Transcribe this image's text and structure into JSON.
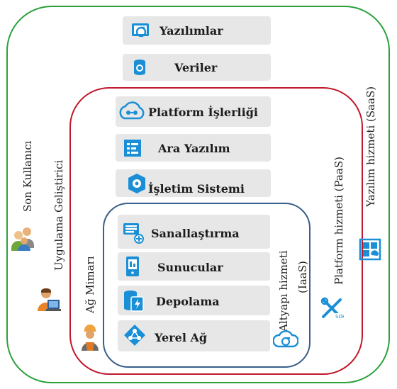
{
  "layers": {
    "saas_label": "Yazılım hizmeti (SaaS)",
    "paas_label": "Platform hizmeti (PaaS)",
    "iaas_label_line1": "Altyapı hizmeti",
    "iaas_label_line2": "(IaaS)"
  },
  "roles": {
    "end_user": "Son Kullanıcı",
    "app_developer": "Uygulama Geliştirici",
    "network_architect": "Ağ Mimarı"
  },
  "components": {
    "software": "Yazılımlar",
    "data": "Veriler",
    "platform_integration": "Platform İşlerliği",
    "middleware": "Ara Yazılım",
    "operating_system": "İşletim Sistemi",
    "virtualization": "Sanallaştırma",
    "servers": "Sunucular",
    "storage": "Depolama",
    "local_network": "Yerel Ağ"
  },
  "colors": {
    "saas_border": "#2aa03a",
    "paas_border": "#c0192c",
    "iaas_border": "#3a5f8a",
    "card_bg": "#e7e7e8",
    "icon_blue": "#1a8fd6"
  },
  "icons": [
    "software-icon",
    "data-icon",
    "platform-integration-icon",
    "middleware-icon",
    "operating-system-icon",
    "virtualization-icon",
    "servers-icon",
    "storage-icon",
    "local-network-icon",
    "cloud-icon",
    "sdk-tools-icon",
    "saas-app-icon"
  ]
}
